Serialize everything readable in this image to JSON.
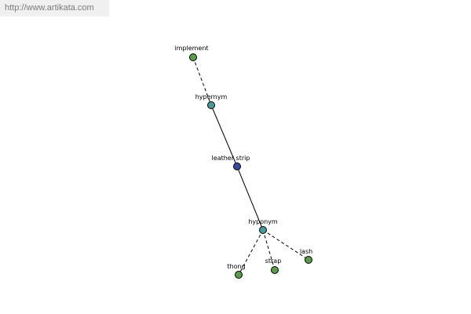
{
  "banner": {
    "url": "http://www.artikata.com"
  },
  "colors": {
    "leaf_node": "#5a9c4a",
    "relation_node": "#4a9a9a",
    "center_node": "#3a4a9a",
    "edge": "#000000"
  },
  "graph": {
    "nodes": [
      {
        "id": "implement",
        "label": "implement",
        "kind": "leaf"
      },
      {
        "id": "hypernym",
        "label": "hypernym",
        "kind": "relation"
      },
      {
        "id": "leather-strip",
        "label": "leather strip",
        "kind": "center"
      },
      {
        "id": "hyponym",
        "label": "hyponym",
        "kind": "relation"
      },
      {
        "id": "thong",
        "label": "thong",
        "kind": "leaf"
      },
      {
        "id": "strap",
        "label": "strap",
        "kind": "leaf"
      },
      {
        "id": "lash",
        "label": "lash",
        "kind": "leaf"
      }
    ],
    "edges": [
      {
        "from": "implement",
        "to": "hypernym",
        "style": "dashed"
      },
      {
        "from": "hypernym",
        "to": "leather-strip",
        "style": "solid"
      },
      {
        "from": "leather-strip",
        "to": "hyponym",
        "style": "solid"
      },
      {
        "from": "hyponym",
        "to": "thong",
        "style": "dashed"
      },
      {
        "from": "hyponym",
        "to": "strap",
        "style": "dashed"
      },
      {
        "from": "hyponym",
        "to": "lash",
        "style": "dashed"
      }
    ]
  }
}
